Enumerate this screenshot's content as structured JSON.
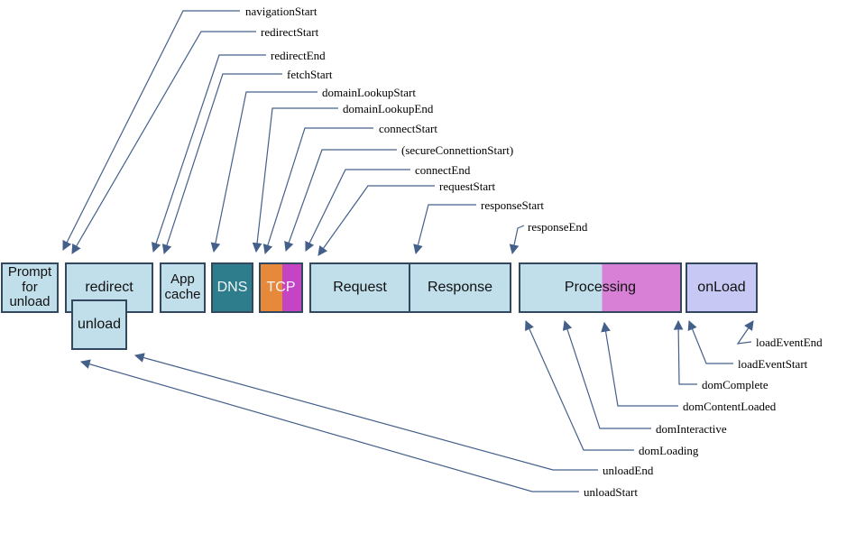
{
  "timeline": {
    "segments": {
      "prompt": {
        "label": "Prompt for unload"
      },
      "redirect": {
        "label": "redirect"
      },
      "unload": {
        "label": "unload"
      },
      "app_cache": {
        "label": "App cache"
      },
      "dns": {
        "label": "DNS"
      },
      "tcp": {
        "label": "TCP"
      },
      "request": {
        "label": "Request"
      },
      "response": {
        "label": "Response"
      },
      "processing": {
        "label": "Processing"
      },
      "onload": {
        "label": "onLoad"
      }
    },
    "top_events": [
      {
        "label": "navigationStart"
      },
      {
        "label": "redirectStart"
      },
      {
        "label": "redirectEnd"
      },
      {
        "label": "fetchStart"
      },
      {
        "label": "domainLookupStart"
      },
      {
        "label": "domainLookupEnd"
      },
      {
        "label": "connectStart"
      },
      {
        "label": "(secureConnettionStart)"
      },
      {
        "label": "connectEnd"
      },
      {
        "label": "requestStart"
      },
      {
        "label": "responseStart"
      },
      {
        "label": "responseEnd"
      }
    ],
    "bottom_events": [
      {
        "label": "loadEventEnd"
      },
      {
        "label": "loadEventStart"
      },
      {
        "label": "domComplete"
      },
      {
        "label": "domContentLoaded"
      },
      {
        "label": "domInteractive"
      },
      {
        "label": "domLoading"
      },
      {
        "label": "unloadEnd"
      },
      {
        "label": "unloadStart"
      }
    ]
  },
  "colors": {
    "segment_fill": "#c1dfeb",
    "dns_fill": "#2e7d8c",
    "tcp_orange": "#e6893a",
    "tcp_magenta": "#c444c4",
    "processing_pink": "#d87fd6",
    "onload_fill": "#c7c8f3",
    "border": "#33475f",
    "line": "#44608a"
  }
}
